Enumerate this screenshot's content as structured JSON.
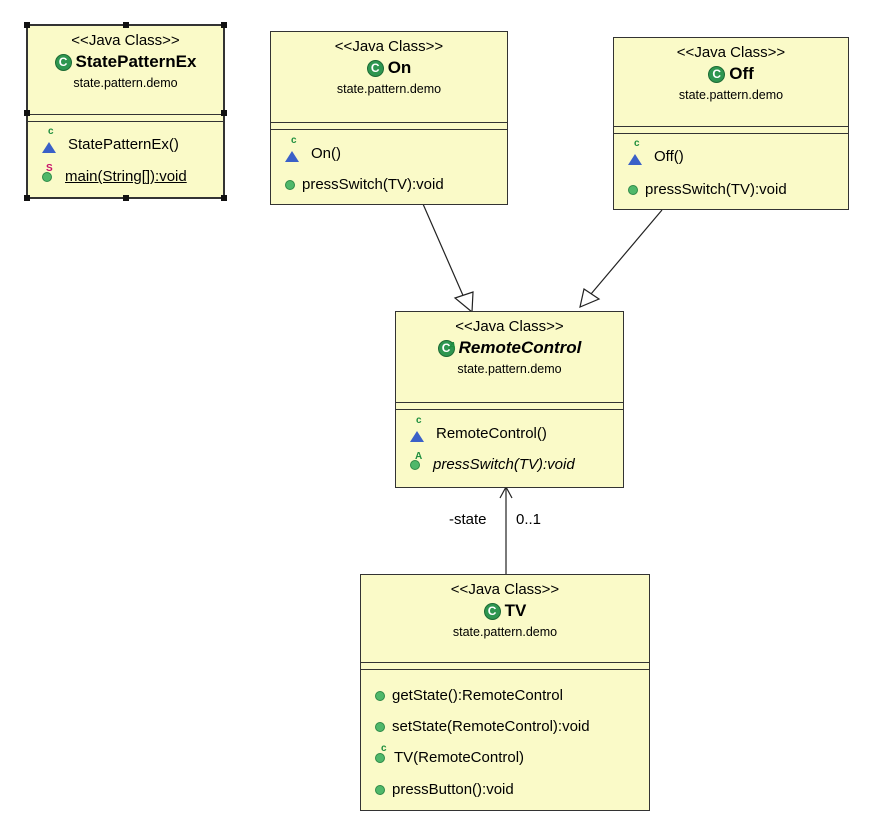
{
  "classes": {
    "statepatternex": {
      "stereotype": "<<Java Class>>",
      "name": "StatePatternEx",
      "package": "state.pattern.demo",
      "ops": [
        "StatePatternEx()",
        "main(String[]):void"
      ]
    },
    "on": {
      "stereotype": "<<Java Class>>",
      "name": "On",
      "package": "state.pattern.demo",
      "ops": [
        "On()",
        "pressSwitch(TV):void"
      ]
    },
    "off": {
      "stereotype": "<<Java Class>>",
      "name": "Off",
      "package": "state.pattern.demo",
      "ops": [
        "Off()",
        "pressSwitch(TV):void"
      ]
    },
    "remotecontrol": {
      "stereotype": "<<Java Class>>",
      "name": "RemoteControl",
      "package": "state.pattern.demo",
      "ops": [
        "RemoteControl()",
        "pressSwitch(TV):void"
      ]
    },
    "tv": {
      "stereotype": "<<Java Class>>",
      "name": "TV",
      "package": "state.pattern.demo",
      "ops": [
        "getState():RemoteControl",
        "setState(RemoteControl):void",
        "TV(RemoteControl)",
        "pressButton():void"
      ]
    }
  },
  "association": {
    "role": "-state",
    "multiplicity": "0..1"
  },
  "icons": {
    "class": "class-icon",
    "abstract_class": "abstract-class-icon",
    "constructor": "constructor-icon",
    "public_method": "public-method-icon",
    "static_method": "static-method-icon",
    "abstract_method": "abstract-method-icon"
  },
  "colors": {
    "class_fill": "#fafac8",
    "class_icon": "#2e9650",
    "constructor_icon": "#3a60c8",
    "static_marker": "#c8106a"
  }
}
